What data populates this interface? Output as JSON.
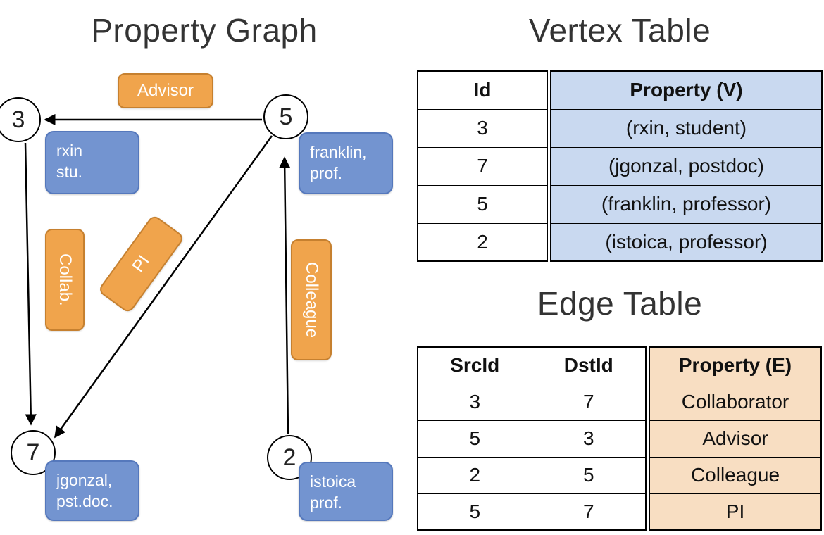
{
  "graph": {
    "title": "Property Graph",
    "nodes": [
      {
        "id": "3"
      },
      {
        "id": "5"
      },
      {
        "id": "7"
      },
      {
        "id": "2"
      }
    ],
    "vertex_labels": [
      {
        "node": "3",
        "lines": [
          "rxin",
          "stu."
        ]
      },
      {
        "node": "5",
        "lines": [
          "franklin,",
          "prof."
        ]
      },
      {
        "node": "7",
        "lines": [
          "jgonzal,",
          "pst.doc."
        ]
      },
      {
        "node": "2",
        "lines": [
          "istoica",
          "prof."
        ]
      }
    ],
    "edge_labels": [
      {
        "label": "Advisor"
      },
      {
        "label": "Collab."
      },
      {
        "label": "PI"
      },
      {
        "label": "Colleague"
      }
    ]
  },
  "vertex_table": {
    "title": "Vertex Table",
    "columns": [
      "Id",
      "Property (V)"
    ],
    "rows": [
      {
        "id": "3",
        "property": "(rxin, student)"
      },
      {
        "id": "7",
        "property": "(jgonzal, postdoc)"
      },
      {
        "id": "5",
        "property": "(franklin, professor)"
      },
      {
        "id": "2",
        "property": "(istoica, professor)"
      }
    ]
  },
  "edge_table": {
    "title": "Edge Table",
    "columns": [
      "SrcId",
      "DstId",
      "Property (E)"
    ],
    "rows": [
      {
        "src": "3",
        "dst": "7",
        "property": "Collaborator"
      },
      {
        "src": "5",
        "dst": "3",
        "property": "Advisor"
      },
      {
        "src": "2",
        "dst": "5",
        "property": "Colleague"
      },
      {
        "src": "5",
        "dst": "7",
        "property": "PI"
      }
    ]
  },
  "colors": {
    "edge_label_fill": "#F0A44C",
    "edge_label_border": "#C6802F",
    "vertex_label_fill": "#7394D0",
    "vertex_label_border": "#5578BC",
    "vertex_property_bg": "#C9D9F0",
    "edge_property_bg": "#F8DEC2"
  }
}
